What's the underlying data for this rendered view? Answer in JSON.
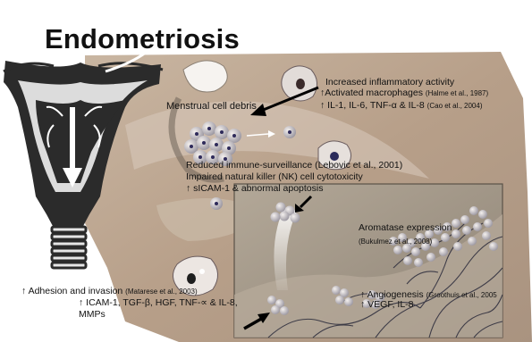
{
  "slide": {
    "title": "Endometriosis"
  },
  "labels": {
    "menstrual_debris": "Menstrual cell debris",
    "inflammation": {
      "line1": "Increased inflammatory activity",
      "line2": "↑Activated macrophages",
      "line2_cite": "(Halme et al., 1987)",
      "line3": "↑ IL-1, IL-6, TNF-α & IL-8",
      "line3_cite": "(Cao et al., 2004)"
    },
    "immune": {
      "line1": "Reduced immune-surveillance",
      "line1_cite": "(Lebovic et al., 2001)",
      "line2": "Impaired natural killer (NK) cell cytotoxicity",
      "line3": "↑ sICAM-1 & abnormal apoptosis"
    },
    "aromatase": {
      "line1": "Aromatase expression",
      "line2_cite": "(Bukulmez et al., 2008)"
    },
    "adhesion": {
      "line1": "↑ Adhesion and invasion",
      "line1_cite": "(Matarese  et al., 2003)",
      "line2": "↑ ICAM-1, TGF-β, HGF, TNF-∝ & IL-8,",
      "line3": "MMPs"
    },
    "angiogenesis": {
      "line1": "↑ Angiogenesis",
      "line1_cite": "(Groothuis et al., 2005",
      "line2": "↑ VEGF, IL-8"
    }
  },
  "colors": {
    "slide_bg": "#ffffff",
    "tissue_tan": "#b8a08a",
    "tissue_light": "#d4c4b2",
    "peritoneum": "#9a8e80",
    "vessel": "#2a2a3a",
    "cell_nucleus": "#2e2a5a",
    "uterus_dark": "#2a2a2a",
    "uterus_light": "#d8d8d8",
    "arrow": "#000000"
  }
}
